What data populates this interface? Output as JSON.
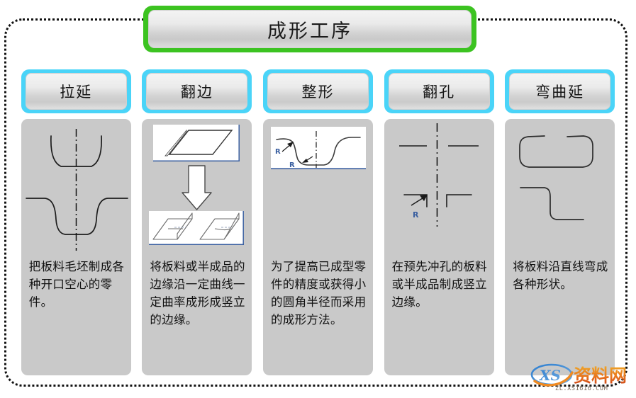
{
  "title": {
    "text": "成形工序",
    "border_color": "#3cc321"
  },
  "frame": {
    "border_style": "dotted",
    "border_color": "#111111"
  },
  "header_accent_color": "#4ad4f8",
  "panel_bg_color": "#c9c9c9",
  "annotation_color": "#3a5fa0",
  "columns": [
    {
      "header": "拉延",
      "description": "把板料毛坯制成各种开口空心的零件。",
      "figure": "drawn-cup-cross-section"
    },
    {
      "header": "翻边",
      "description": "将板料或半成品的边缘沿一定曲线一定曲率成形成竖立的边缘。",
      "figure": "flat-blank-to-flanged-part"
    },
    {
      "header": "整形",
      "description": "为了提高已成型零件的精度或获得小的圆角半径而采用的成形方法。",
      "figure": "restrike-radius-profile",
      "labels": [
        "R",
        "R"
      ]
    },
    {
      "header": "翻孔",
      "description": "在预先冲孔的板料或半成品制成竖立边缘。",
      "figure": "hole-flanging-profile",
      "labels": [
        "R"
      ]
    },
    {
      "header": "弯曲延",
      "description": "将板料沿直线弯成各种形状。",
      "figure": "bent-profiles"
    }
  ],
  "watermark": {
    "brand_initials": "XS",
    "brand_name": "资料网",
    "url": "ZL.XS1616.COM"
  }
}
